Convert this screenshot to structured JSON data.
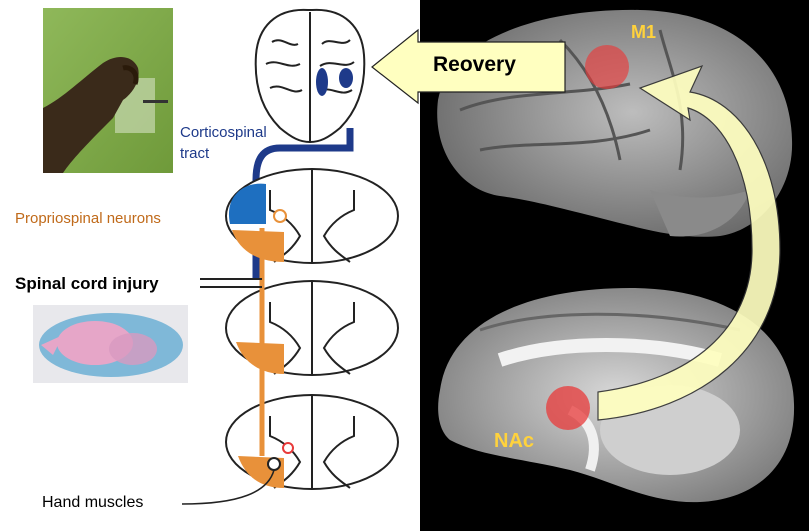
{
  "labels": {
    "corticospinal_line1": "Corticospinal",
    "corticospinal_line2": "tract",
    "propriospinal": "Propriospinal neurons",
    "spinal_injury": "Spinal cord injury",
    "hand_muscles": "Hand muscles",
    "recovery": "Reovery",
    "m1": "M1",
    "nac": "NAc"
  },
  "colors": {
    "corticospinal": "#1e3a8a",
    "propriospinal": "#e8913a",
    "arrow_fill": "#ffffc0",
    "highlight_label": "#ffd23c",
    "region_marker": "#e83a3a"
  },
  "icons": [
    "monkey-hand-photo",
    "spinal-histology-photo",
    "brain-top-view",
    "mri-lateral",
    "mri-medial"
  ]
}
